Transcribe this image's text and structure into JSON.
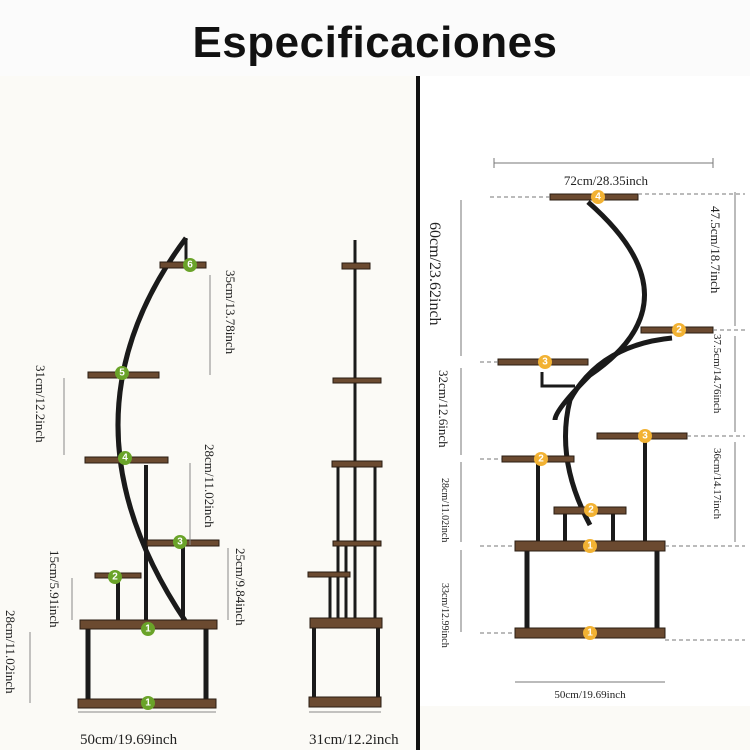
{
  "title": "Especificaciones",
  "colors": {
    "frame": "#1a1a1a",
    "wood": "#6b4a30",
    "badge_left": "#6aa329",
    "badge_right": "#f2b233"
  },
  "left_stand": {
    "tiers": [
      "6",
      "5",
      "4",
      "3",
      "2",
      "1",
      "1"
    ],
    "dims": {
      "top_gap": "35cm/13.78inch",
      "upper_gap": "31cm/12.2inch",
      "mid_gap": "28cm/11.02inch",
      "lower_gap": "25cm/9.84inch",
      "small_gap": "15cm/5.91inch",
      "base_gap": "28cm/11.02inch",
      "width": "50cm/19.69inch"
    }
  },
  "side_view": {
    "depth": "31cm/12.2inch"
  },
  "right_stand": {
    "tiers": [
      "4",
      "2",
      "3",
      "3",
      "2",
      "2",
      "1",
      "1"
    ],
    "dims": {
      "total_width": "72cm/28.35inch",
      "upper_left": "60cm/23.62inch",
      "mid_left": "32cm/12.6inch",
      "lower_left": "28cm/11.02inch",
      "base_left": "33cm/12.99inch",
      "upper_right": "47.5cm/18.7inch",
      "mid_right": "37.5cm/14.76inch",
      "lower_right": "36cm/14.17inch",
      "base_width": "50cm/19.69inch"
    }
  }
}
